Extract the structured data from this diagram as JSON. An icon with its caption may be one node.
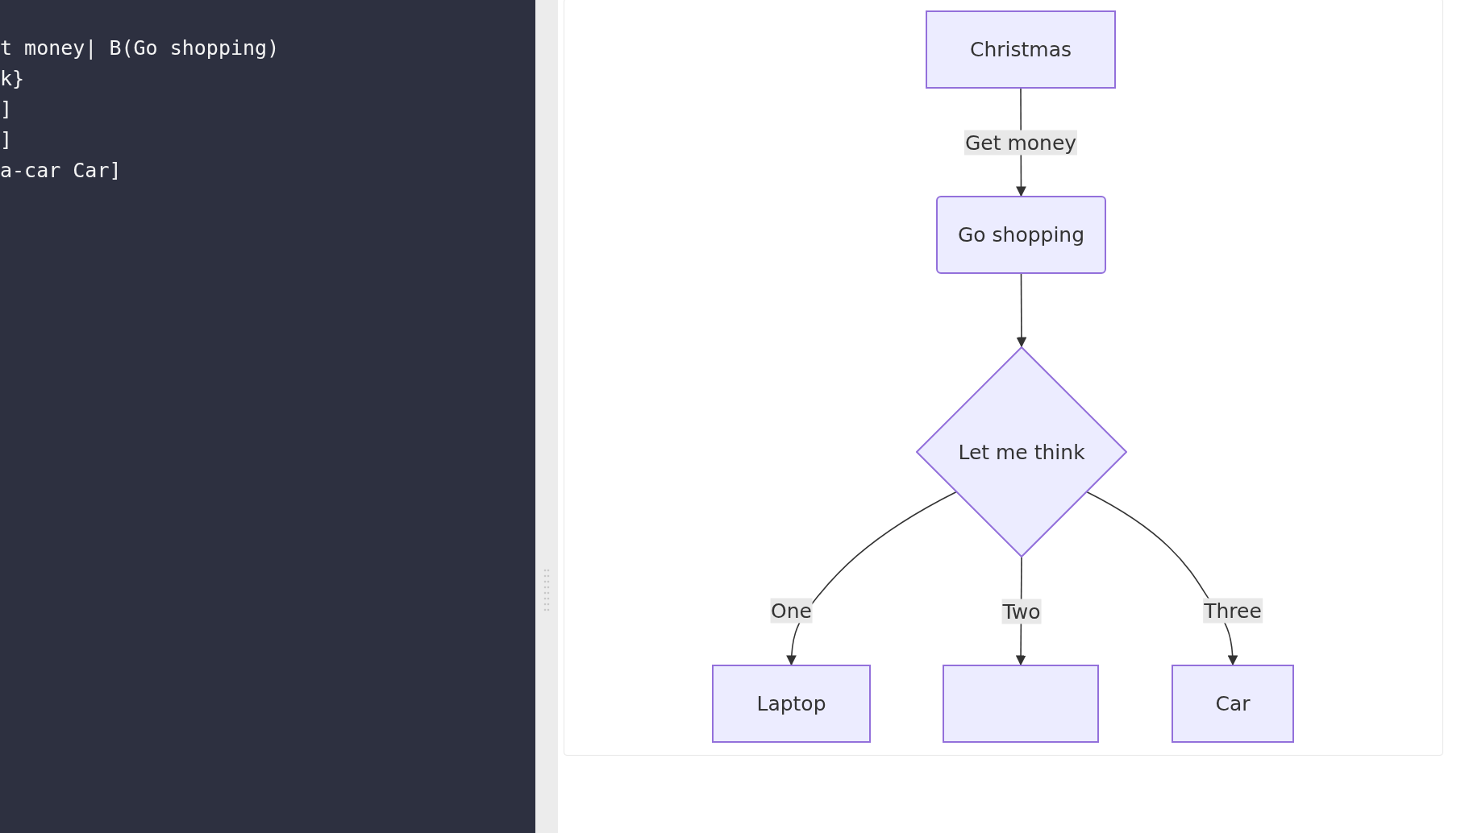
{
  "diagram": {
    "nodes": [
      {
        "text": [
          "Christmas"
        ]
      },
      {
        "text": [
          "Go shopping"
        ]
      },
      {
        "text": [
          "Let me think"
        ]
      },
      {
        "text": [
          "Laptop"
        ]
      },
      {
        "text": [],
        "shape": "box"
      },
      {
        "text": [
          "Car"
        ]
      }
    ],
    "edges": [
      {
        "from": 0,
        "to": 1,
        "arrow": "to",
        "label": "Get money"
      },
      {
        "from": 1,
        "to": 2,
        "arrow": "to"
      },
      {
        "from": 2,
        "to": 3,
        "arrow": "to",
        "label": "One"
      },
      {
        "from": 2,
        "to": 4,
        "arrow": "to",
        "label": "Two"
      },
      {
        "from": 2,
        "to": 5,
        "arrow": "to",
        "label": "Three"
      }
    ],
    "labels": [
      "t money| B(Go shopping)",
      "k}",
      "]",
      "]",
      "a-car Car]"
    ]
  }
}
